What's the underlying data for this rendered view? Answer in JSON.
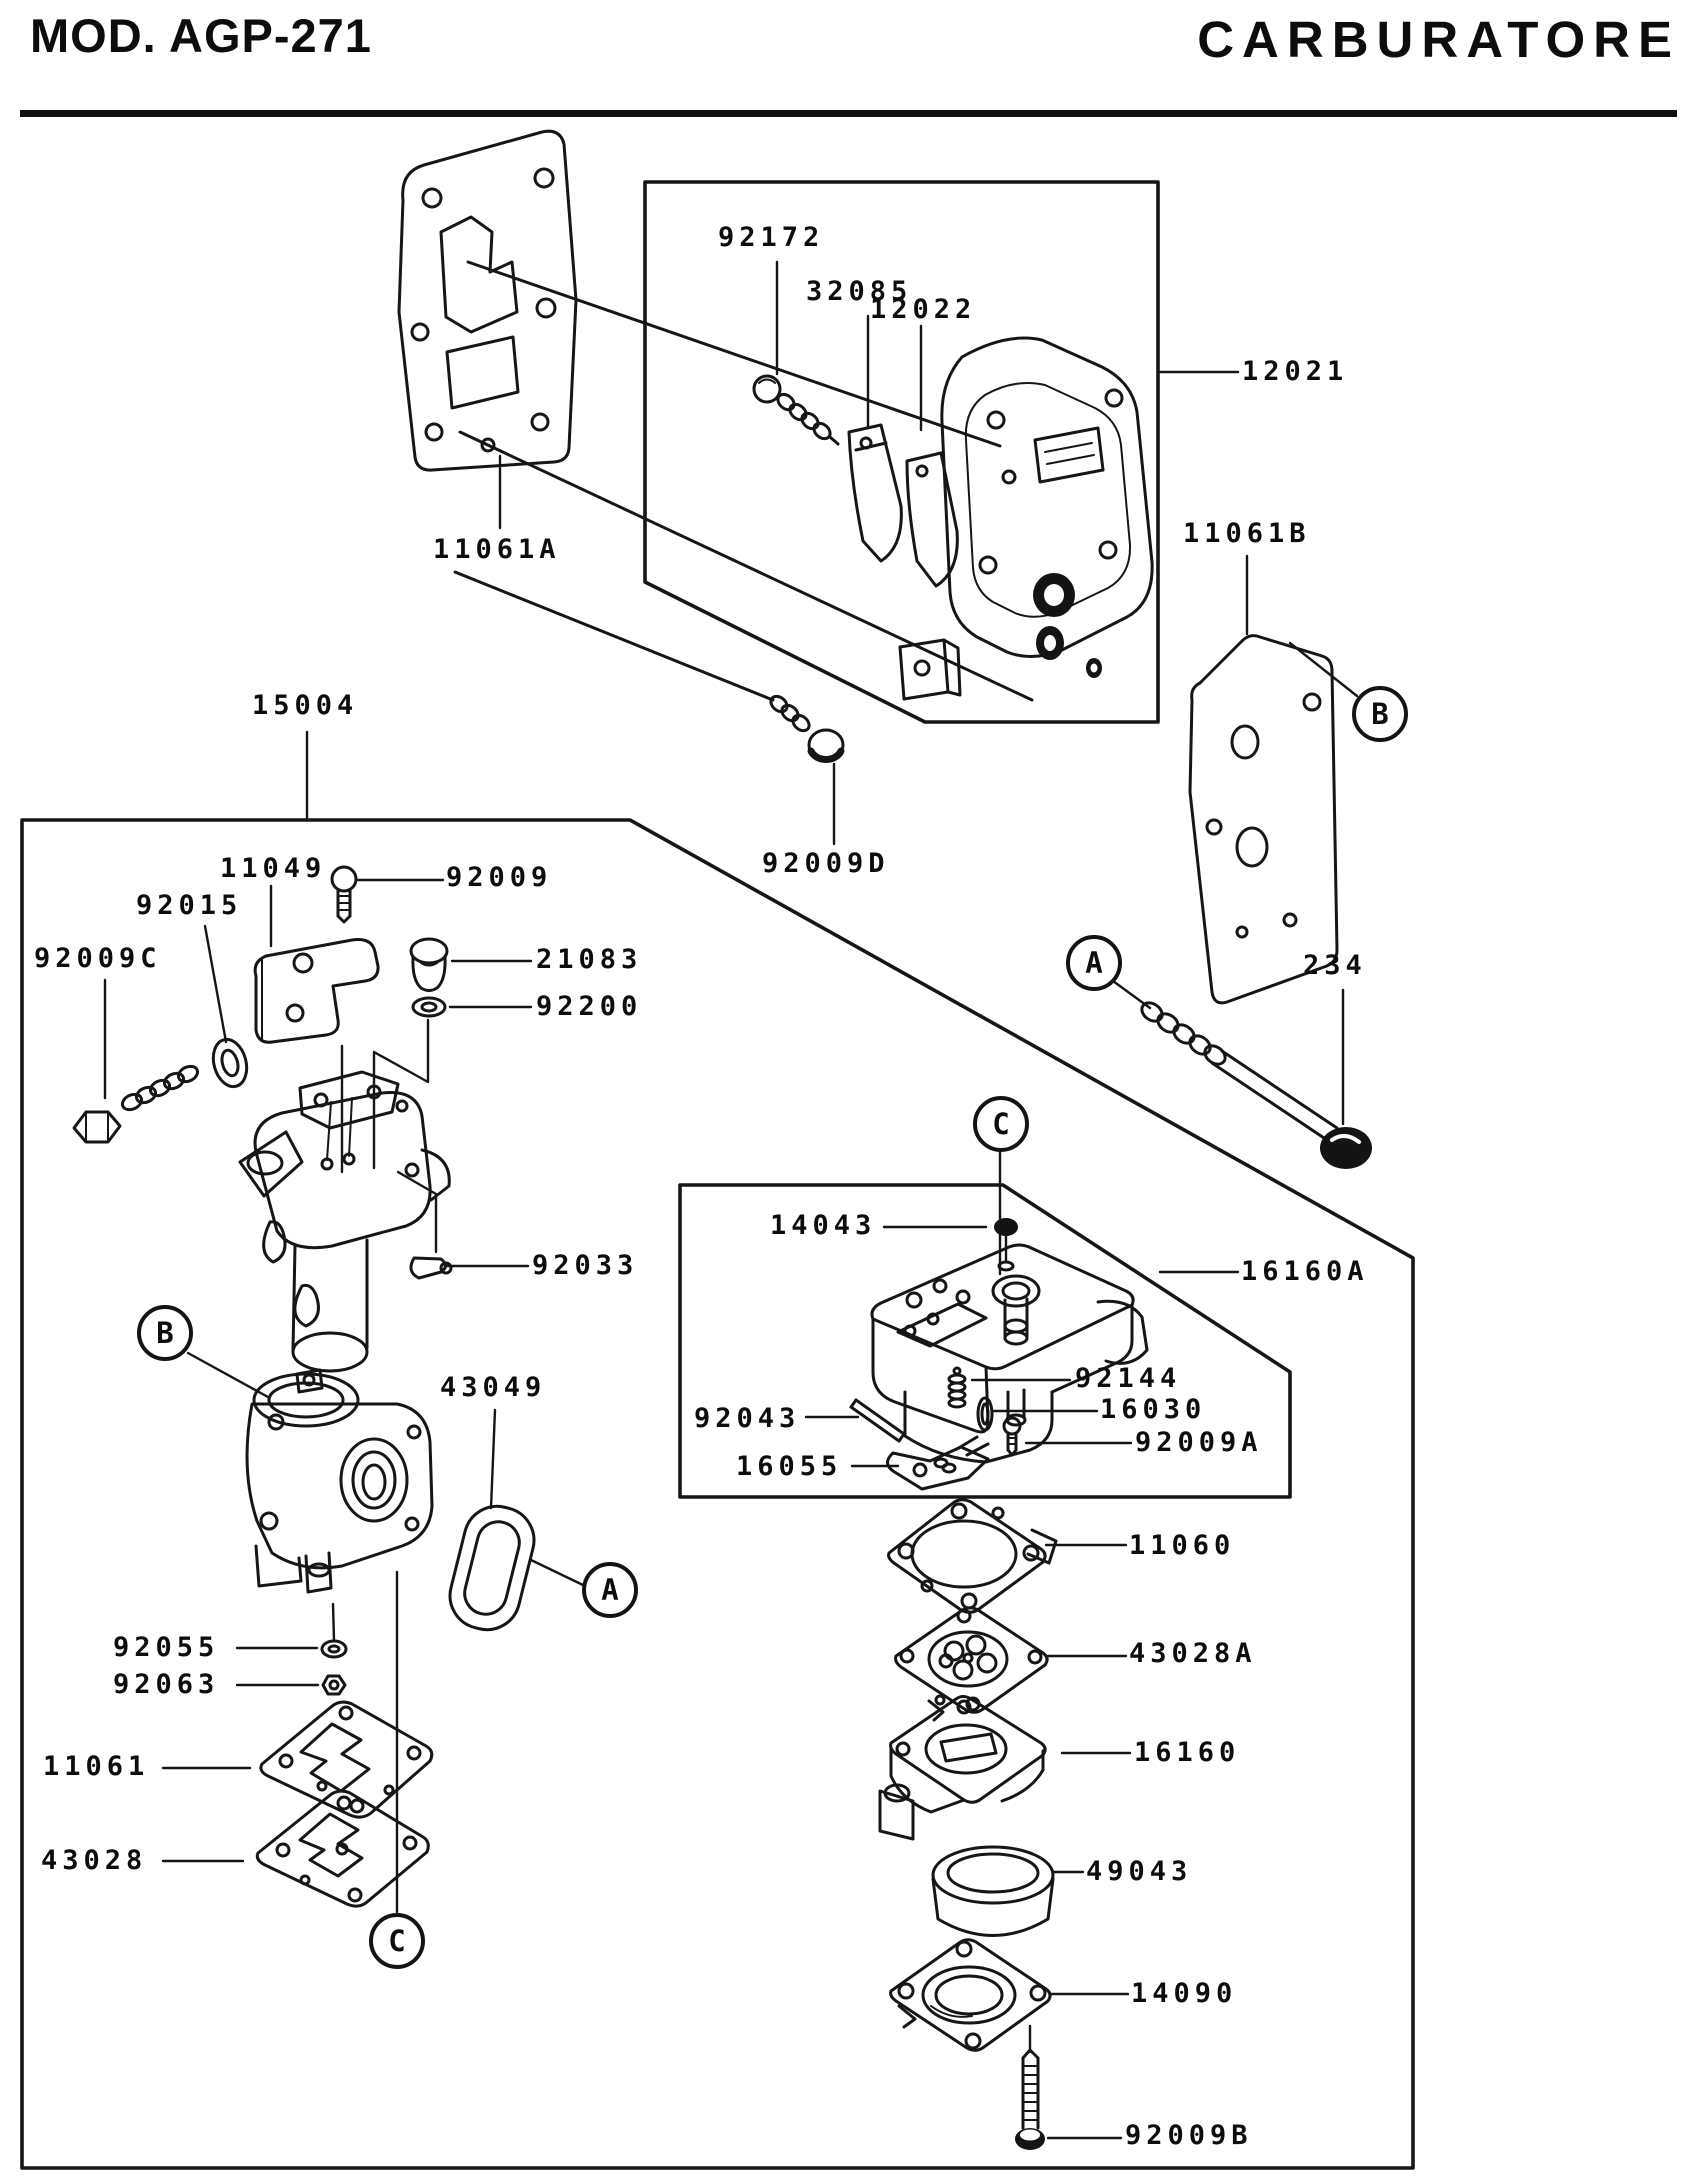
{
  "style": {
    "ink": "#161616",
    "paper": "#ffffff"
  },
  "header": {
    "model": "MOD. AGP-271",
    "title": "CARBURATORE"
  },
  "parts": {
    "labels": [
      {
        "part": "92172"
      },
      {
        "part": "32085"
      },
      {
        "part": "12022"
      },
      {
        "part": "12021"
      },
      {
        "part": "11061A"
      },
      {
        "part": "11061B"
      },
      {
        "part": "92009D"
      },
      {
        "part": "15004"
      },
      {
        "part": "11049"
      },
      {
        "part": "92015"
      },
      {
        "part": "92009C"
      },
      {
        "part": "92009"
      },
      {
        "part": "21083"
      },
      {
        "part": "92200"
      },
      {
        "part": "92033"
      },
      {
        "part": "43049"
      },
      {
        "part": "234"
      },
      {
        "part": "14043"
      },
      {
        "part": "16160A"
      },
      {
        "part": "92144"
      },
      {
        "part": "16030"
      },
      {
        "part": "92009A"
      },
      {
        "part": "92043"
      },
      {
        "part": "16055"
      },
      {
        "part": "92055"
      },
      {
        "part": "92063"
      },
      {
        "part": "11061"
      },
      {
        "part": "43028"
      },
      {
        "part": "11060"
      },
      {
        "part": "43028A"
      },
      {
        "part": "16160"
      },
      {
        "part": "49043"
      },
      {
        "part": "14090"
      },
      {
        "part": "92009B"
      }
    ],
    "callouts": [
      {
        "letter": "A"
      },
      {
        "letter": "B"
      },
      {
        "letter": "B"
      },
      {
        "letter": "C"
      },
      {
        "letter": "A"
      },
      {
        "letter": "C"
      }
    ]
  }
}
